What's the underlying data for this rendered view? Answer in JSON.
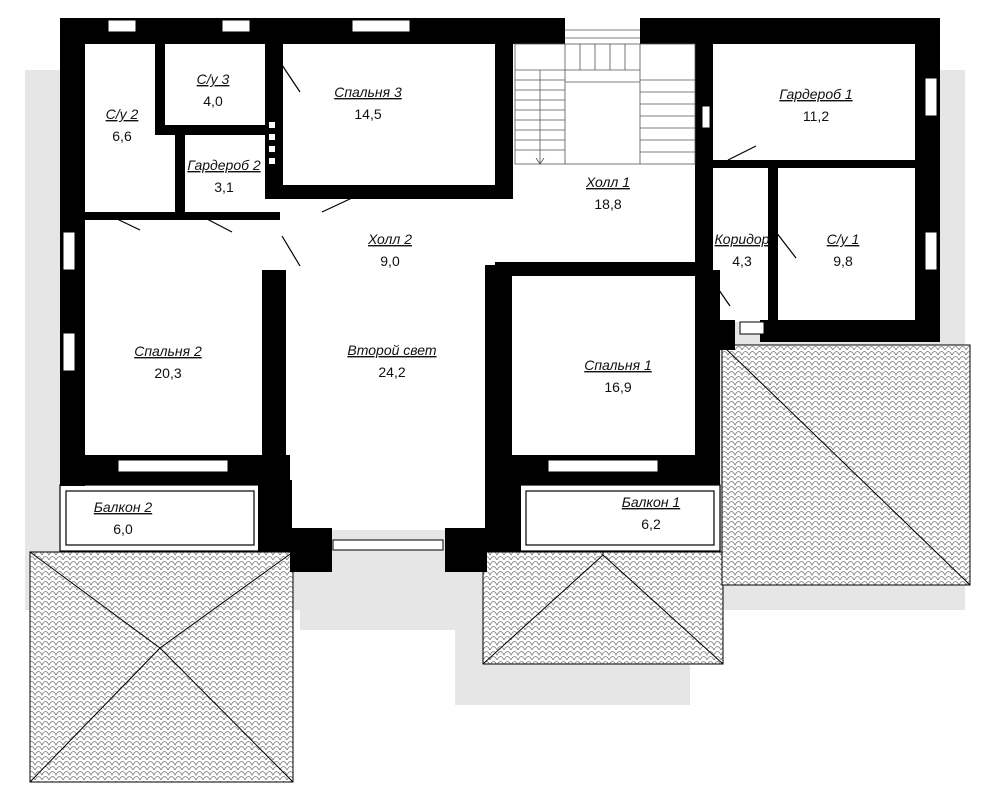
{
  "colors": {
    "wall": "#000000",
    "shadow": "#e6e6e6",
    "tile": "#777777",
    "paper": "#ffffff"
  },
  "rooms": [
    {
      "id": "su3",
      "name": "С/у 3",
      "area": "4,0"
    },
    {
      "id": "bedroom3",
      "name": "Спальня 3",
      "area": "14,5"
    },
    {
      "id": "wardrobe1",
      "name": "Гардероб 1",
      "area": "11,2"
    },
    {
      "id": "su2",
      "name": "С/у 2",
      "area": "6,6"
    },
    {
      "id": "wardrobe2",
      "name": "Гардероб 2",
      "area": "3,1"
    },
    {
      "id": "hall1",
      "name": "Холл 1",
      "area": "18,8"
    },
    {
      "id": "hall2",
      "name": "Холл 2",
      "area": "9,0"
    },
    {
      "id": "corridor",
      "name": "Коридор",
      "area": "4,3"
    },
    {
      "id": "su1",
      "name": "С/у 1",
      "area": "9,8"
    },
    {
      "id": "bedroom2",
      "name": "Спальня 2",
      "area": "20,3"
    },
    {
      "id": "second_light",
      "name": "Второй свет",
      "area": "24,2"
    },
    {
      "id": "bedroom1",
      "name": "Спальня 1",
      "area": "16,9"
    },
    {
      "id": "balcony2",
      "name": "Балкон 2",
      "area": "6,0"
    },
    {
      "id": "balcony1",
      "name": "Балкон 1",
      "area": "6,2"
    }
  ]
}
